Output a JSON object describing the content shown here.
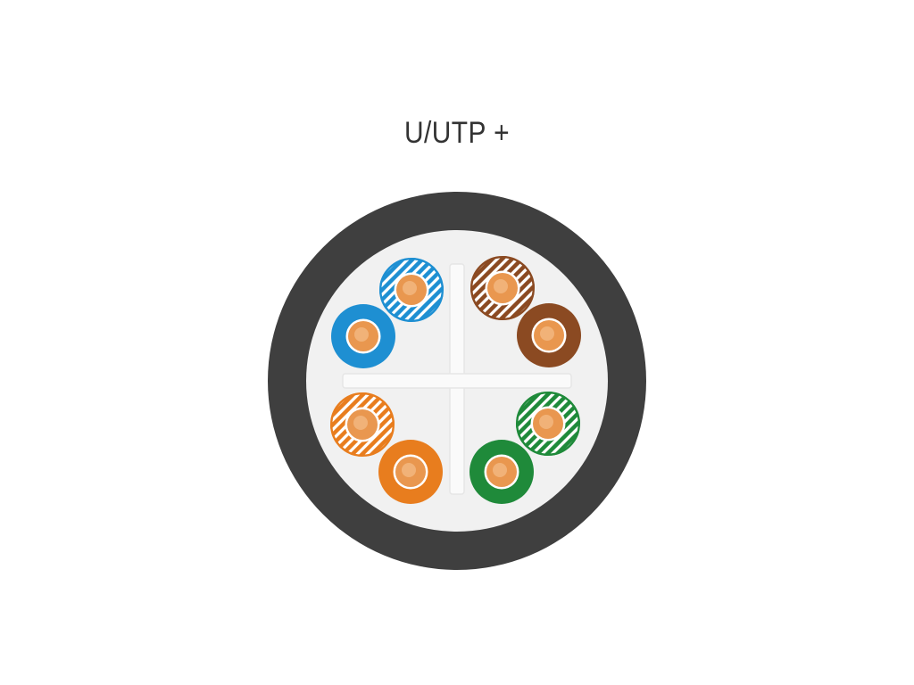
{
  "title": "U/UTP +",
  "colors": {
    "jacket": "#3f3f3f",
    "jacket_inner": "#f1f1f1",
    "separator": "#fafafa",
    "separator_edge": "#e6e6e6",
    "conductor": "#e9974f",
    "conductor_highlight": "#f7c89a"
  },
  "pairs": [
    {
      "name": "blue-pair",
      "color": "#1e8fd2",
      "wires": [
        {
          "name": "blue-white",
          "pattern": "striped"
        },
        {
          "name": "blue",
          "pattern": "solid"
        }
      ]
    },
    {
      "name": "brown-pair",
      "color": "#8b4a22",
      "wires": [
        {
          "name": "brown-white",
          "pattern": "striped"
        },
        {
          "name": "brown",
          "pattern": "solid"
        }
      ]
    },
    {
      "name": "orange-pair",
      "color": "#e87d1e",
      "wires": [
        {
          "name": "orange-white",
          "pattern": "striped"
        },
        {
          "name": "orange",
          "pattern": "solid"
        }
      ]
    },
    {
      "name": "green-pair",
      "color": "#1f8a3a",
      "wires": [
        {
          "name": "green-white",
          "pattern": "striped"
        },
        {
          "name": "green",
          "pattern": "solid"
        }
      ]
    }
  ]
}
